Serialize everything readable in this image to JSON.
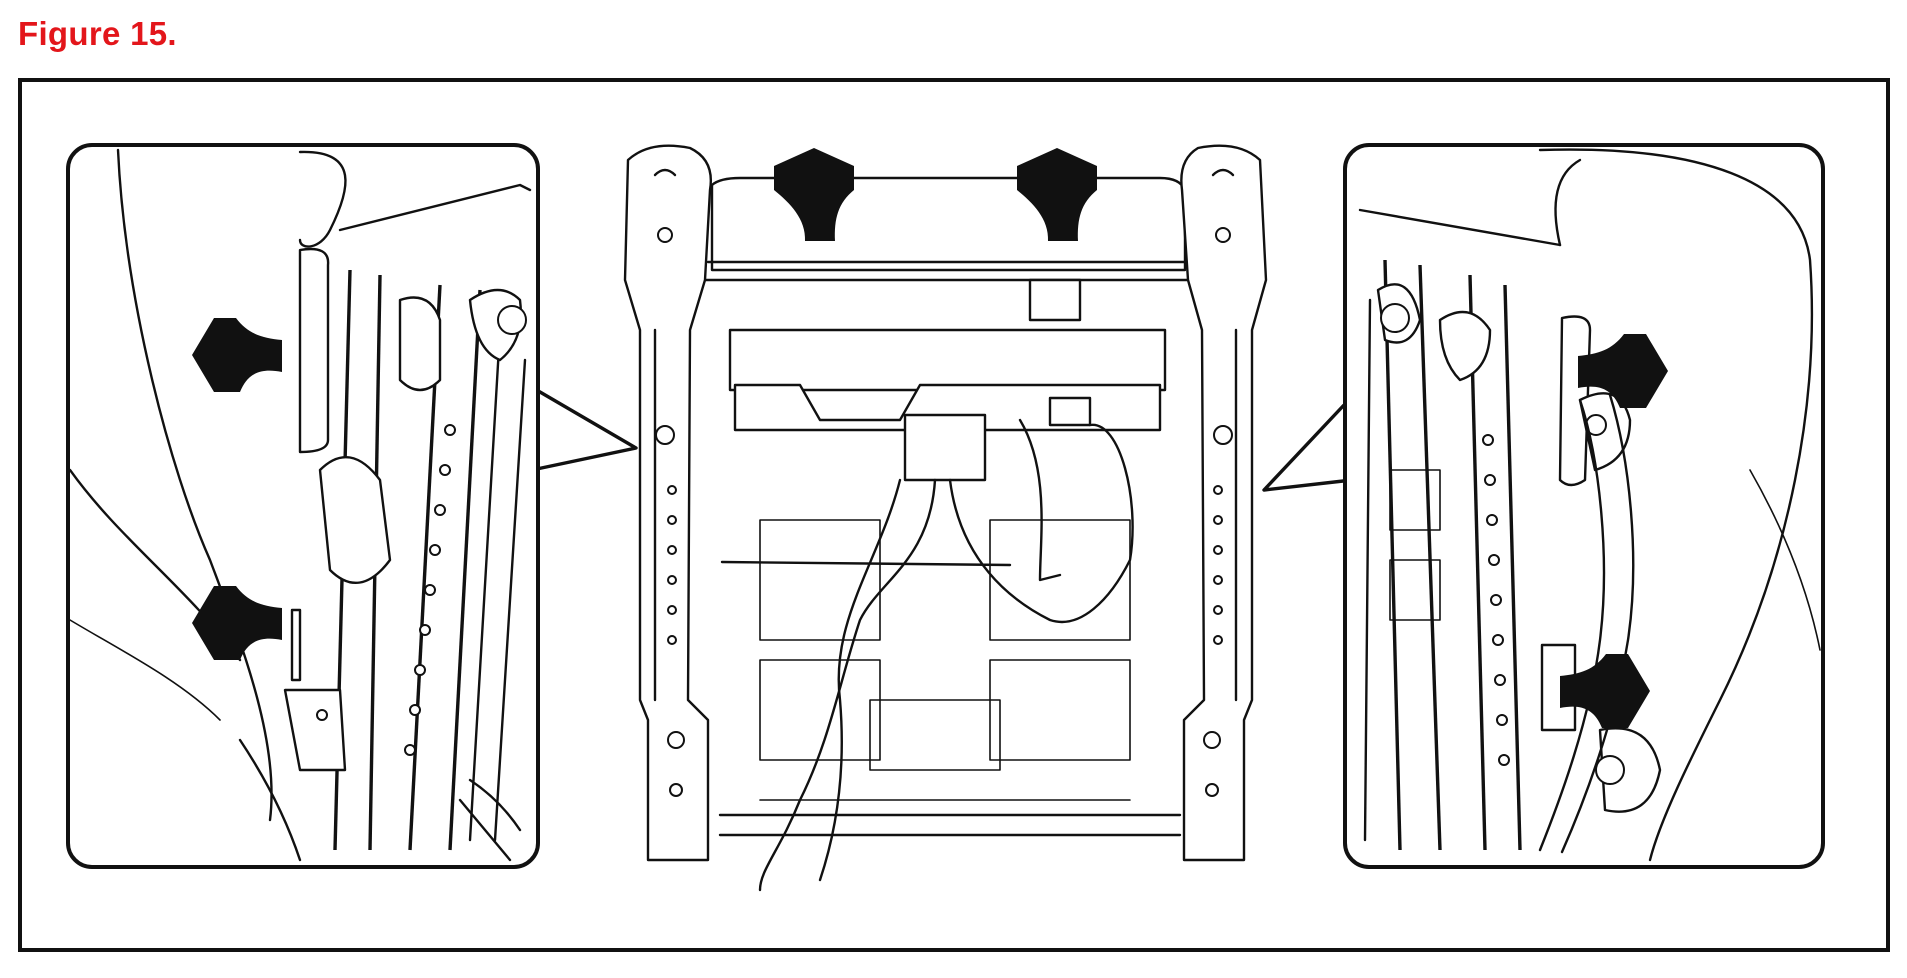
{
  "figure": {
    "title": "Figure 15."
  },
  "colors": {
    "title": "#e3161b",
    "line": "#111111",
    "background": "#ffffff"
  },
  "callouts": [
    {
      "id": "left-detail",
      "arrows": 2,
      "direction": "outward-left"
    },
    {
      "id": "center-seatback-frame",
      "arrows": 2,
      "direction": "upward"
    },
    {
      "id": "right-detail",
      "arrows": 2,
      "direction": "outward-right"
    }
  ]
}
